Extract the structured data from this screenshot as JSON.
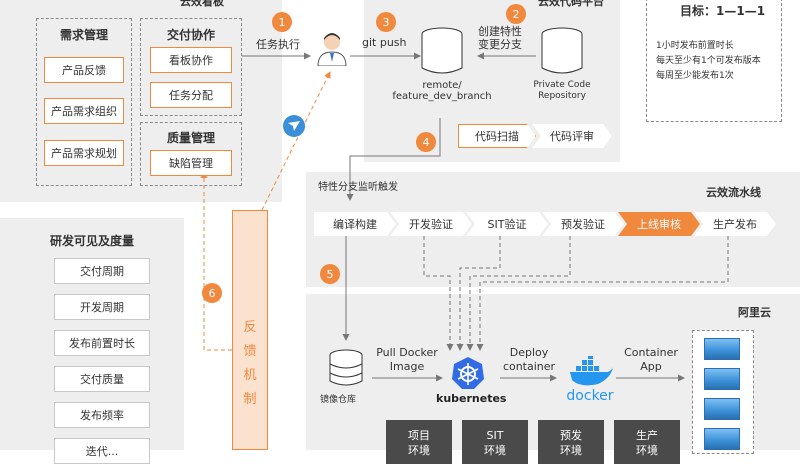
{
  "board": {
    "title": "云效看板",
    "requirements": {
      "title": "需求管理",
      "items": [
        "产品反馈",
        "产品需求组织",
        "产品需求规划"
      ]
    },
    "delivery": {
      "title": "交付协作",
      "items": [
        "看板协作",
        "任务分配"
      ]
    },
    "quality": {
      "title": "质量管理",
      "items": [
        "缺陷管理"
      ]
    }
  },
  "code_platform": {
    "title": "云效代码平台",
    "remote_label": "remote/\nfeature_dev_branch",
    "private_label": "Private Code\nRepository",
    "checks": [
      "代码扫描",
      "代码评审"
    ]
  },
  "goal": {
    "title": "目标：1—1—1",
    "lines": [
      "1小时发布前置时长",
      "每天至少有1个可发布版本",
      "每周至少能发布1次"
    ]
  },
  "steps": {
    "s1": {
      "num": "1",
      "label": "任务执行"
    },
    "s2": {
      "num": "2",
      "label": "创建特性\n变更分支"
    },
    "s3": {
      "num": "3",
      "label": "git push"
    },
    "s4": {
      "num": "4"
    },
    "s5": {
      "num": "5"
    },
    "s6": {
      "num": "6"
    }
  },
  "pipeline": {
    "title": "云效流水线",
    "trigger": "特性分支监听触发",
    "stages": [
      "编译构建",
      "开发验证",
      "SIT验证",
      "预发验证",
      "上线审核",
      "生产发布"
    ],
    "active_stage": "上线审核"
  },
  "aliyun": {
    "title": "阿里云",
    "registry_label": "镜像仓库",
    "pull_label": "Pull Docker\nImage",
    "deploy_label": "Deploy\ncontainer",
    "container_label": "Container\nApp",
    "k8s_label": "kubernetes",
    "docker_label": "docker",
    "envs": [
      "项目\n环境",
      "SIT\n环境",
      "预发\n环境",
      "生产\n环境"
    ]
  },
  "metrics": {
    "title": "研发可见及度量",
    "items": [
      "交付周期",
      "开发周期",
      "发布前置时长",
      "交付质量",
      "发布频率",
      "迭代..."
    ]
  },
  "feedback": {
    "label": "反\n馈\n机\n制"
  },
  "colors": {
    "accent": "#f0883e",
    "panel": "#eeeeee",
    "dark": "#4a4a4a",
    "k8s": "#326ce5",
    "docker": "#2496ed",
    "container": "#3a8fd8"
  }
}
